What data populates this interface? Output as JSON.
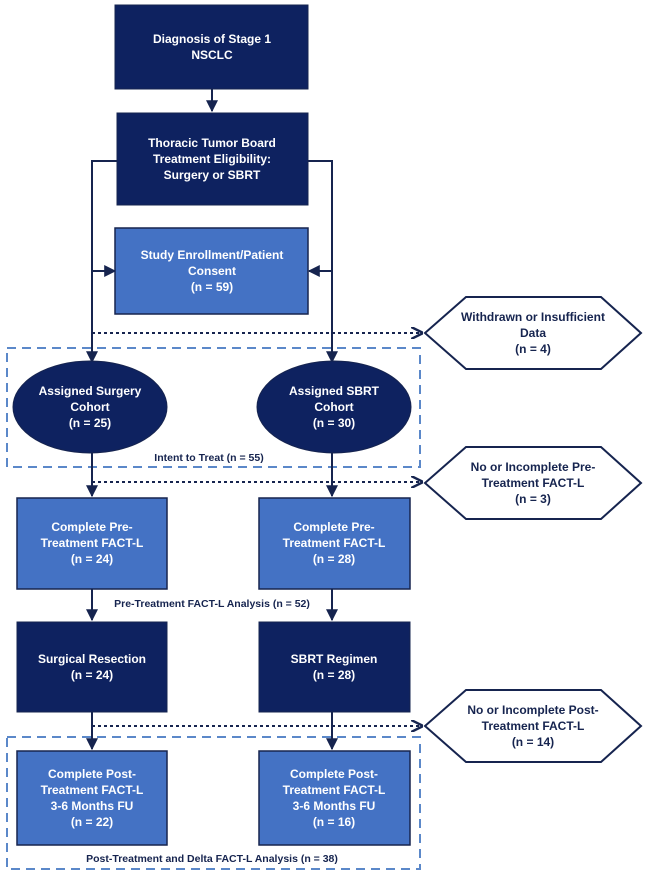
{
  "colors": {
    "navy": "#0e2260",
    "blue": "#4472c4",
    "outline": "#16244f",
    "group_dash": "#5b88c9"
  },
  "nodes": {
    "diagnosis": {
      "lines": [
        "Diagnosis of Stage 1",
        "NSCLC"
      ]
    },
    "tumor_board": {
      "lines": [
        "Thoracic Tumor Board",
        "Treatment Eligibility:",
        "Surgery or SBRT"
      ]
    },
    "enrollment": {
      "lines": [
        "Study Enrollment/Patient",
        "Consent",
        "(n = 59)"
      ]
    },
    "withdrawn": {
      "lines": [
        "Withdrawn or Insufficient",
        "Data",
        "(n = 4)"
      ]
    },
    "surgery_cohort": {
      "lines": [
        "Assigned Surgery",
        "Cohort",
        "(n = 25)"
      ]
    },
    "sbrt_cohort": {
      "lines": [
        "Assigned SBRT",
        "Cohort",
        "(n = 30)"
      ]
    },
    "no_pre": {
      "lines": [
        "No or Incomplete Pre-",
        "Treatment FACT-L",
        "(n = 3)"
      ]
    },
    "pre_surgery": {
      "lines": [
        "Complete Pre-",
        "Treatment FACT-L",
        "(n = 24)"
      ]
    },
    "pre_sbrt": {
      "lines": [
        "Complete Pre-",
        "Treatment FACT-L",
        "(n = 28)"
      ]
    },
    "resection": {
      "lines": [
        "Surgical Resection",
        "(n = 24)"
      ]
    },
    "sbrt_regimen": {
      "lines": [
        "SBRT Regimen",
        "(n = 28)"
      ]
    },
    "no_post": {
      "lines": [
        "No or Incomplete Post-",
        "Treatment FACT-L",
        "(n = 14)"
      ]
    },
    "post_surgery": {
      "lines": [
        "Complete Post-",
        "Treatment FACT-L",
        "3-6 Months FU",
        "(n = 22)"
      ]
    },
    "post_sbrt": {
      "lines": [
        "Complete Post-",
        "Treatment FACT-L",
        "3-6 Months FU",
        "(n = 16)"
      ]
    }
  },
  "captions": {
    "itt": "Intent to Treat (n = 55)",
    "pre_analysis": "Pre-Treatment FACT-L Analysis (n = 52)",
    "post_analysis": "Post-Treatment and Delta FACT-L Analysis (n = 38)"
  }
}
